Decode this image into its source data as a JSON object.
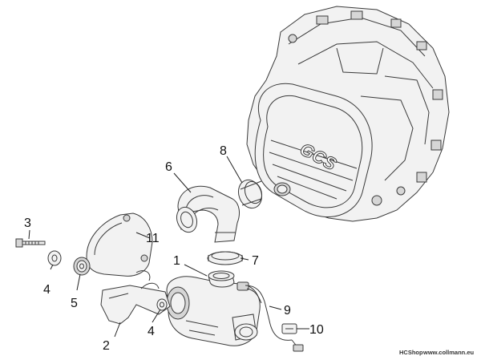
{
  "callouts": {
    "c1": "1",
    "c2": "2",
    "c3": "3",
    "c4a": "4",
    "c4b": "4",
    "c5": "5",
    "c6": "6",
    "c7": "7",
    "c8": "8",
    "c9": "9",
    "c10": "10",
    "c11": "11"
  },
  "cover_logo_text": "GCS",
  "watermark": {
    "shop": "HCShop",
    "url": "www.collmann.eu"
  }
}
